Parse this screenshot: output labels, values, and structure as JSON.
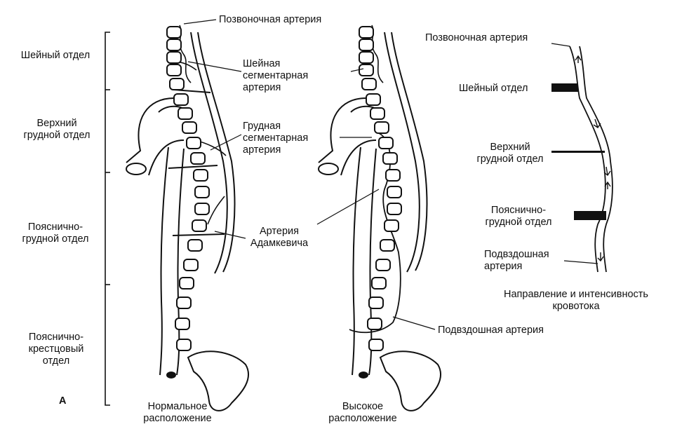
{
  "panel_letter": "А",
  "regions": {
    "cervical": "Шейный отдел",
    "upper_thoracic": "Верхний\nгрудной отдел",
    "thoracolumbar": "Пояснично-\nгрудной отдел",
    "lumbosacral": "Пояснично-\nкрестцовый\nотдел"
  },
  "arteries": {
    "vertebral": "Позвоночная артерия",
    "cervical_segmental": "Шейная\nсегментарная\nартерия",
    "thoracic_segmental": "Грудная\nсегментарная\nартерия",
    "adamkiewicz": "Артерия\nАдамкевича",
    "iliac": "Подвздошная артерия"
  },
  "captions": {
    "normal": "Нормальное\nрасположение",
    "high": "Высокое\nрасположение"
  },
  "flow_panel": {
    "vertebral": "Позвоночная артерия",
    "cervical": "Шейный отдел",
    "upper_thoracic": "Верхний\nгрудной отдел",
    "thoracolumbar": "Пояснично-\nгрудной отдел",
    "iliac": "Подвздошная\nартерия",
    "caption": "Направление и интенсивность\nкровотока"
  }
}
